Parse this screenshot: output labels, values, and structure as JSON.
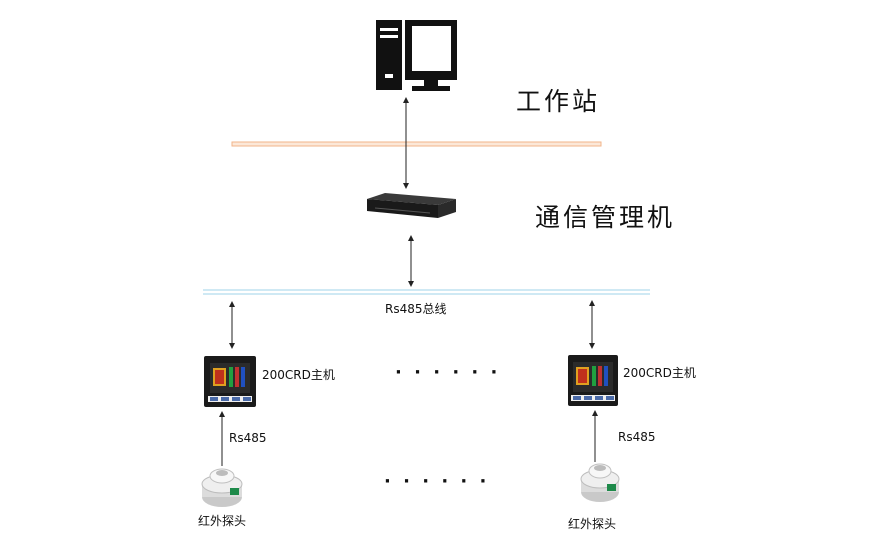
{
  "labels": {
    "workstation": "工作站",
    "comm_manager": "通信管理机",
    "bus": "Rs485总线",
    "host_left": "200CRD主机",
    "host_right": "200CRD主机",
    "link_left": "Rs485",
    "link_right": "Rs485",
    "probe_left": "红外探头",
    "probe_right": "红外探头",
    "ellipsis_hosts": "· · · · · ·",
    "ellipsis_probes": "· · · · · ·"
  },
  "icons": {
    "workstation": "desktop-computer-icon",
    "comm_manager": "rack-server-icon",
    "host": "controller-unit-icon",
    "probe": "infrared-probe-icon"
  },
  "colors": {
    "ethernet_line": "#f2b48a",
    "bus_line": "#9fd3e8",
    "arrow": "#222222",
    "device_dark": "#1a1a1a",
    "probe_accent": "#1e8a4a"
  }
}
